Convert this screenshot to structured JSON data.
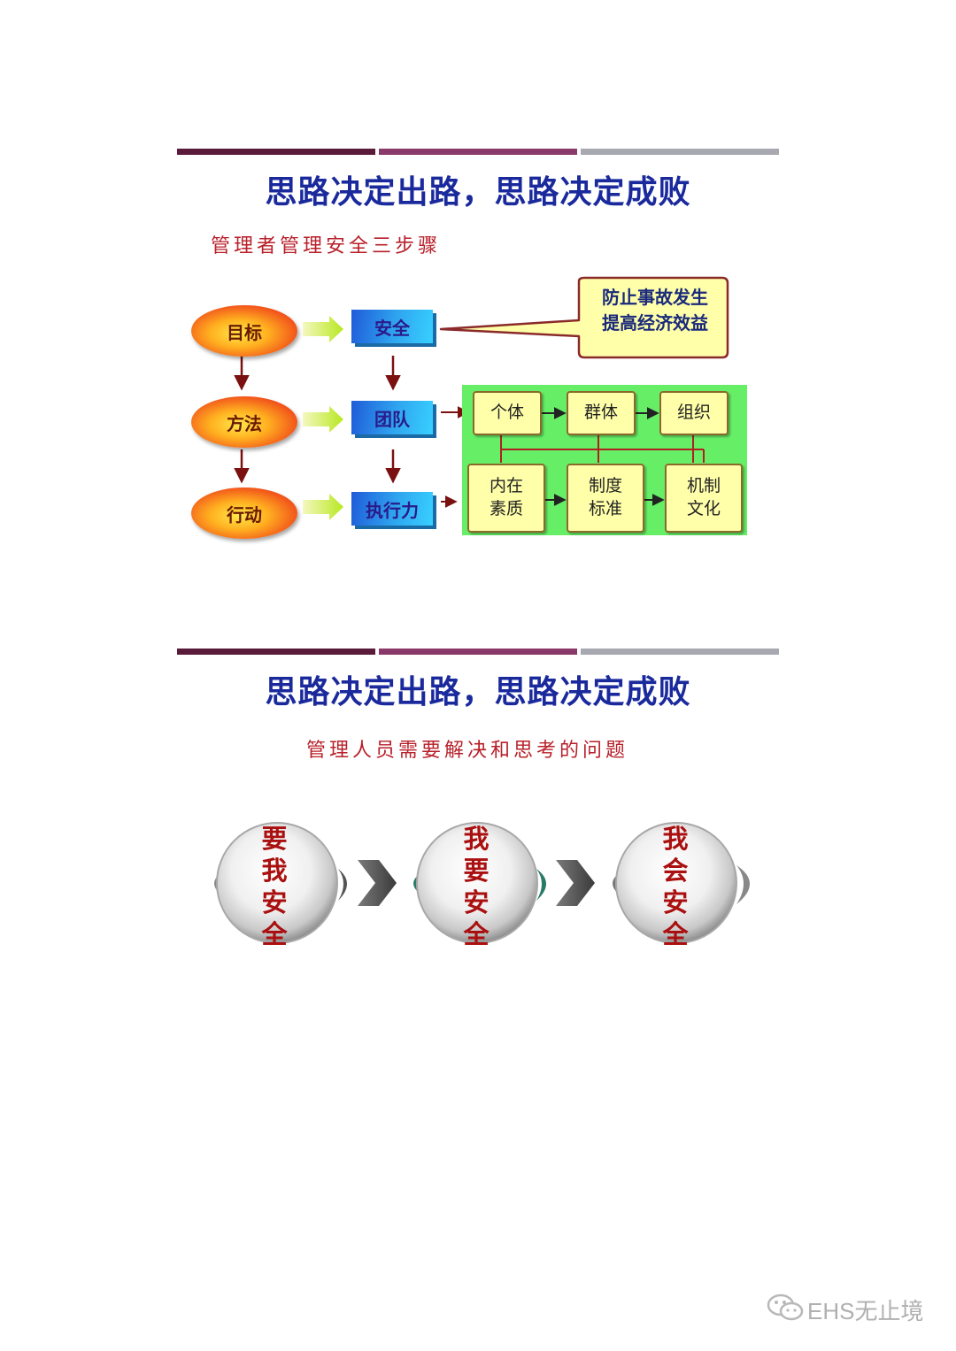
{
  "slide1": {
    "title": "思路决定出路，思路决定成败",
    "subtitle": "管理者管理安全三步骤",
    "left_column": [
      "目标",
      "方法",
      "行动"
    ],
    "mid_column": [
      "安全",
      "团队",
      "执行力"
    ],
    "callout": {
      "line1": "防止事故发生",
      "line2": "提高经济效益"
    },
    "top_row": [
      "个体",
      "群体",
      "组织"
    ],
    "bottom_row": [
      {
        "line1": "内在",
        "line2": "素质"
      },
      {
        "line1": "制度",
        "line2": "标准"
      },
      {
        "line1": "机制",
        "line2": "文化"
      }
    ]
  },
  "slide2": {
    "title": "思路决定出路，思路决定成败",
    "subtitle": "管理人员需要解决和思考的问题",
    "balls": [
      [
        "要",
        "我",
        "安",
        "全"
      ],
      [
        "我",
        "要",
        "安",
        "全"
      ],
      [
        "我",
        "会",
        "安",
        "全"
      ]
    ]
  },
  "watermark": "EHS无止境",
  "colors": {
    "bar1": "#5a1a3a",
    "bar2": "#8a3a6a",
    "bar3": "#a8a8b0",
    "title": "#1a2a9c",
    "subtitle": "#b8202a",
    "arrow": "#7a1010",
    "panel_green": "#66ee66",
    "box_yellow": "#ffffaa"
  }
}
